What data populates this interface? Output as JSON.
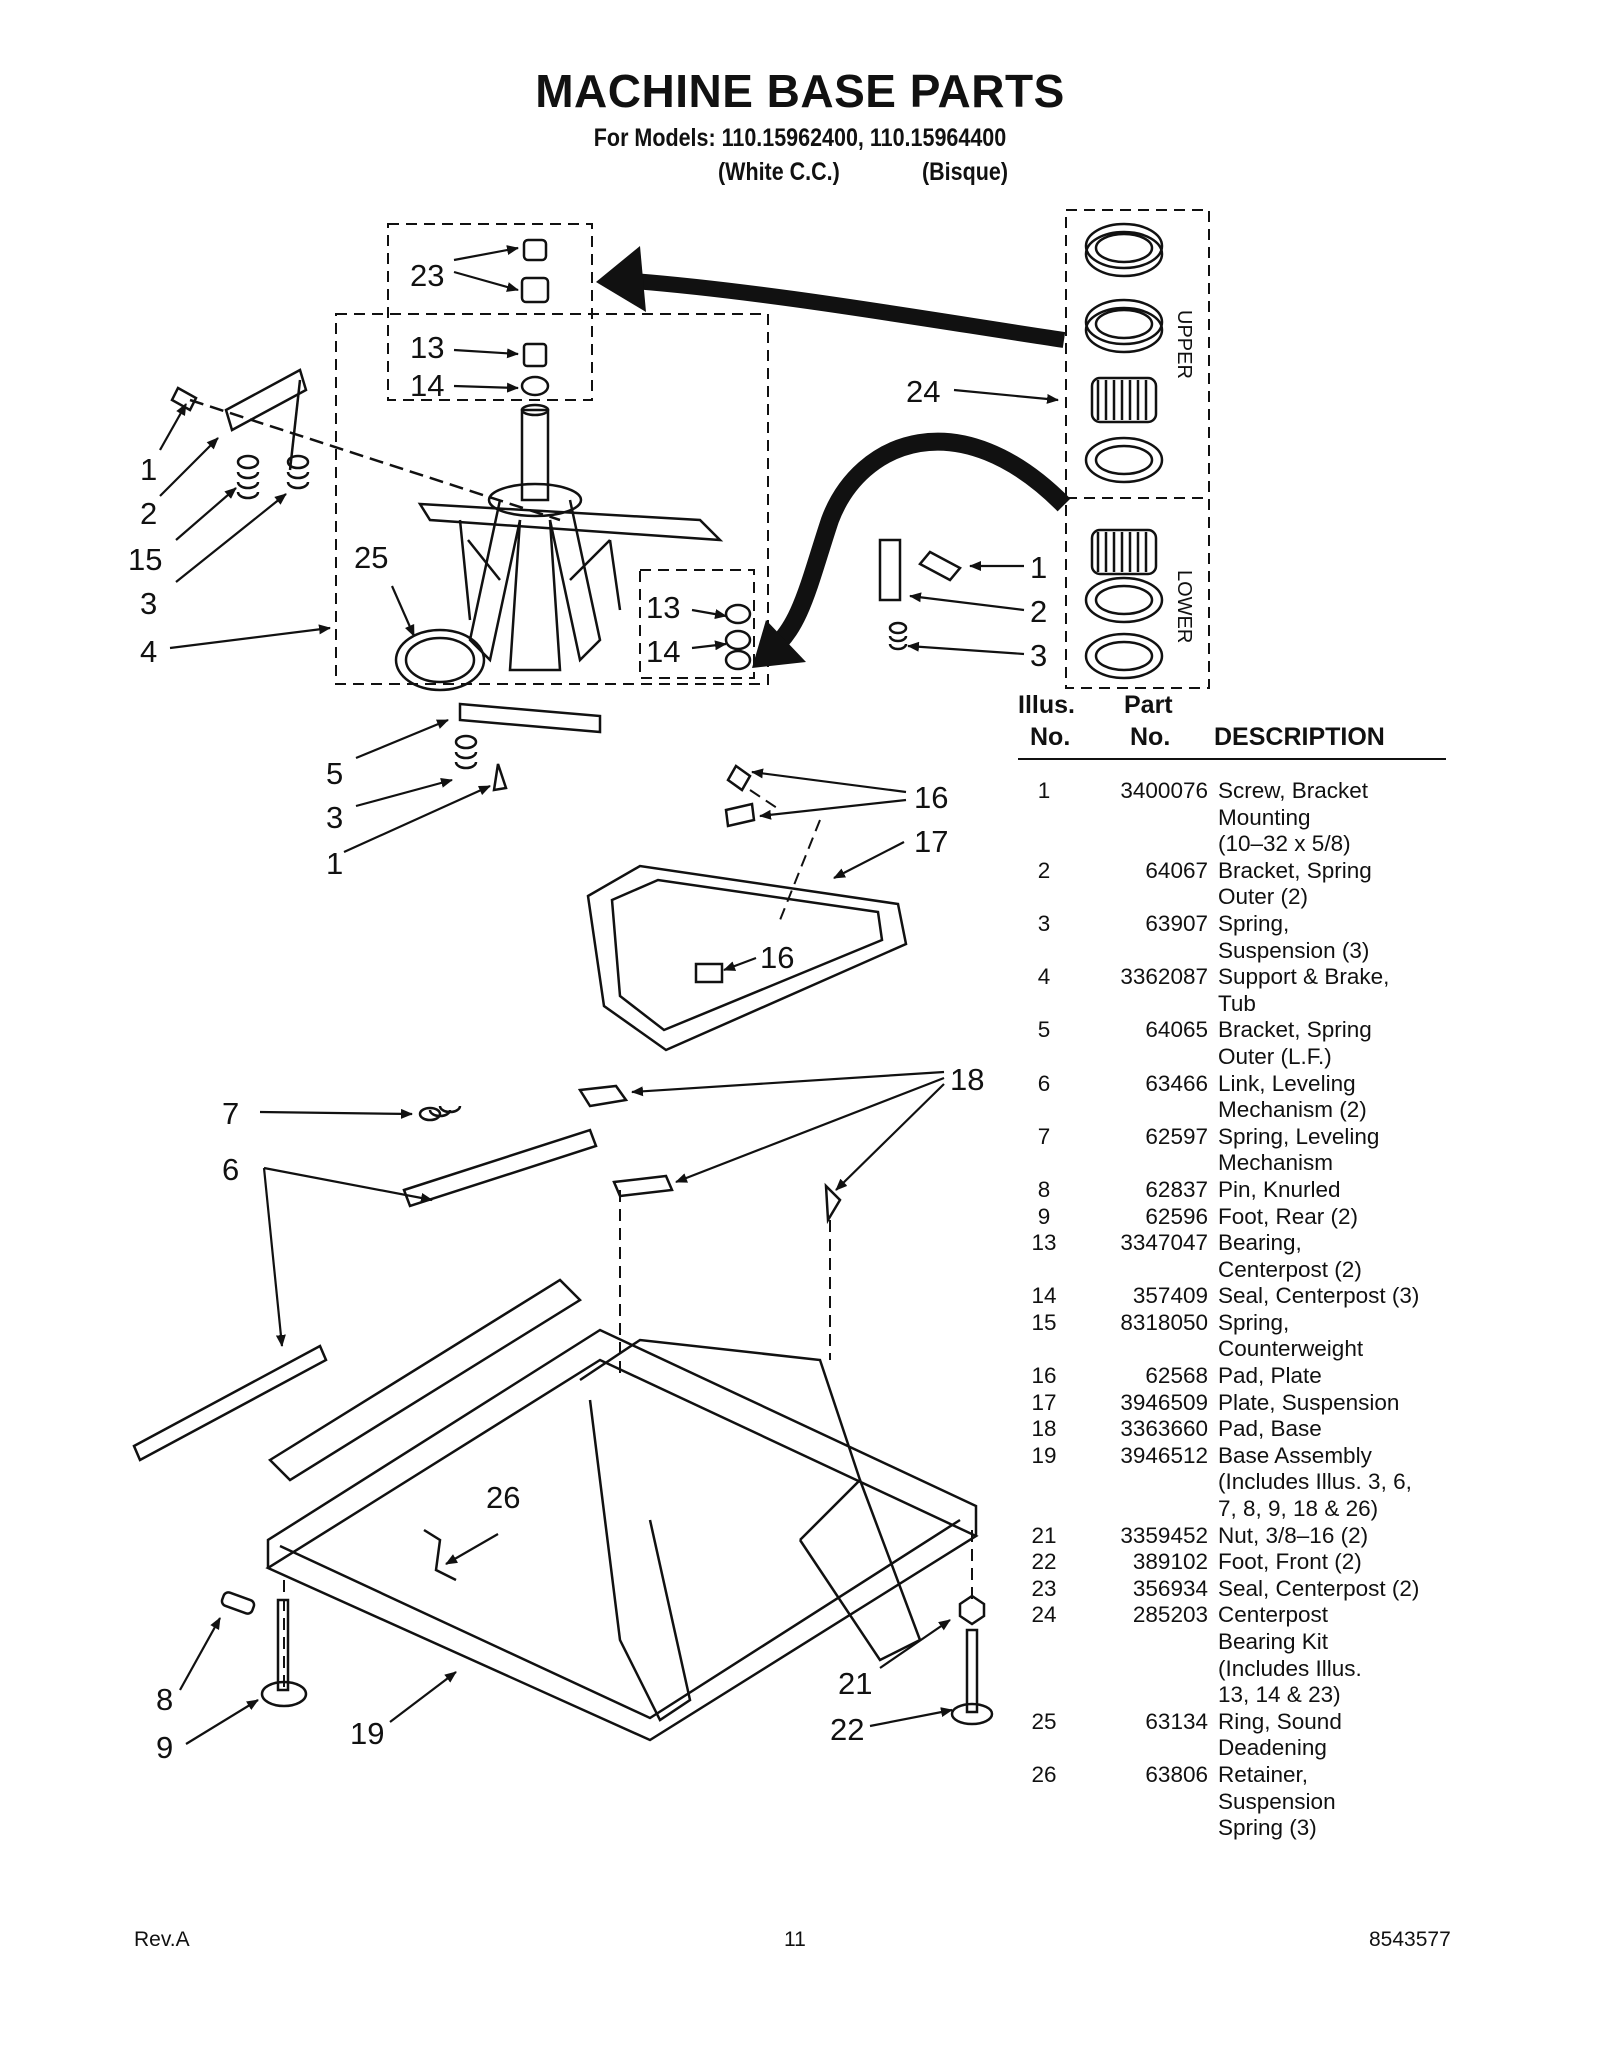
{
  "page": {
    "title": "MACHINE BASE PARTS",
    "subtitle": "For Models: 110.15962400, 110.15964400",
    "variant_white": "(White C.C.)",
    "variant_bisque": "(Bisque)"
  },
  "diagram": {
    "callouts": [
      "23",
      "13",
      "14",
      "24",
      "1",
      "2",
      "15",
      "3",
      "4",
      "25",
      "13",
      "14",
      "1",
      "2",
      "3",
      "5",
      "3",
      "1",
      "16",
      "17",
      "16",
      "18",
      "7",
      "6",
      "26",
      "21",
      "22",
      "8",
      "9",
      "19"
    ],
    "kit_labels": {
      "upper": "UPPER",
      "lower": "LOWER"
    }
  },
  "table": {
    "header": {
      "illus_line1": "Illus.",
      "illus_line2": "No.",
      "part_line1": "Part",
      "part_line2": "No.",
      "description": "DESCRIPTION"
    },
    "rows": [
      {
        "illus": "1",
        "part": "3400076",
        "desc": "Screw, Bracket\nMounting\n(10–32 x 5/8)"
      },
      {
        "illus": "2",
        "part": "64067",
        "desc": "Bracket, Spring\nOuter (2)"
      },
      {
        "illus": "3",
        "part": "63907",
        "desc": "Spring,\nSuspension (3)"
      },
      {
        "illus": "4",
        "part": "3362087",
        "desc": "Support & Brake,\nTub"
      },
      {
        "illus": "5",
        "part": "64065",
        "desc": "Bracket, Spring\nOuter (L.F.)"
      },
      {
        "illus": "6",
        "part": "63466",
        "desc": "Link, Leveling\nMechanism (2)"
      },
      {
        "illus": "7",
        "part": "62597",
        "desc": "Spring, Leveling\nMechanism"
      },
      {
        "illus": "8",
        "part": "62837",
        "desc": "Pin, Knurled"
      },
      {
        "illus": "9",
        "part": "62596",
        "desc": "Foot, Rear (2)"
      },
      {
        "illus": "13",
        "part": "3347047",
        "desc": "Bearing,\nCenterpost (2)"
      },
      {
        "illus": "14",
        "part": "357409",
        "desc": "Seal, Centerpost (3)"
      },
      {
        "illus": "15",
        "part": "8318050",
        "desc": "Spring,\nCounterweight"
      },
      {
        "illus": "16",
        "part": "62568",
        "desc": "Pad, Plate"
      },
      {
        "illus": "17",
        "part": "3946509",
        "desc": "Plate, Suspension"
      },
      {
        "illus": "18",
        "part": "3363660",
        "desc": "Pad, Base"
      },
      {
        "illus": "19",
        "part": "3946512",
        "desc": "Base Assembly\n(Includes Illus. 3, 6,\n7, 8, 9, 18 & 26)"
      },
      {
        "illus": "21",
        "part": "3359452",
        "desc": "Nut, 3/8–16 (2)"
      },
      {
        "illus": "22",
        "part": "389102",
        "desc": "Foot, Front (2)"
      },
      {
        "illus": "23",
        "part": "356934",
        "desc": "Seal, Centerpost (2)"
      },
      {
        "illus": "24",
        "part": "285203",
        "desc": "Centerpost\nBearing Kit\n(Includes Illus.\n13, 14 & 23)"
      },
      {
        "illus": "25",
        "part": "63134",
        "desc": "Ring, Sound\nDeadening"
      },
      {
        "illus": "26",
        "part": "63806",
        "desc": "Retainer,\nSuspension\nSpring (3)"
      }
    ]
  },
  "footer": {
    "rev": "Rev.A",
    "page_number": "11",
    "doc_number": "8543577"
  }
}
